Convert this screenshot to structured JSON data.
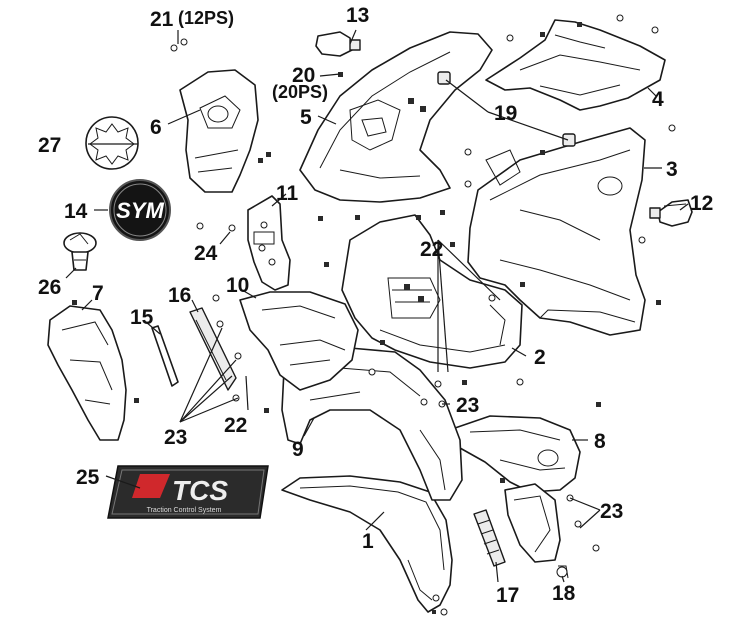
{
  "diagram": {
    "labels": {
      "p1": "1",
      "p2": "2",
      "p3": "3",
      "p4": "4",
      "p5": "5",
      "p6": "6",
      "p7": "7",
      "p8": "8",
      "p9": "9",
      "p10": "10",
      "p11": "11",
      "p12": "12",
      "p13": "13",
      "p14": "14",
      "p15": "15",
      "p16": "16",
      "p17": "17",
      "p18": "18",
      "p19": "19",
      "p20": "20",
      "p21": "21",
      "p22a": "22",
      "p22b": "22",
      "p23a": "23",
      "p23b": "23",
      "p23c": "23",
      "p24": "24",
      "p25": "25",
      "p26": "26",
      "p27": "27"
    },
    "notes": {
      "n12ps": "(12PS)",
      "n20ps": "(20PS)"
    },
    "emblems": {
      "sym_text": "SYM",
      "tcs_text": "TCS",
      "tcs_subtitle": "Traction Control System",
      "tcs_accent_color": "#d0282c",
      "tcs_dark_color": "#2b2b2b"
    }
  }
}
